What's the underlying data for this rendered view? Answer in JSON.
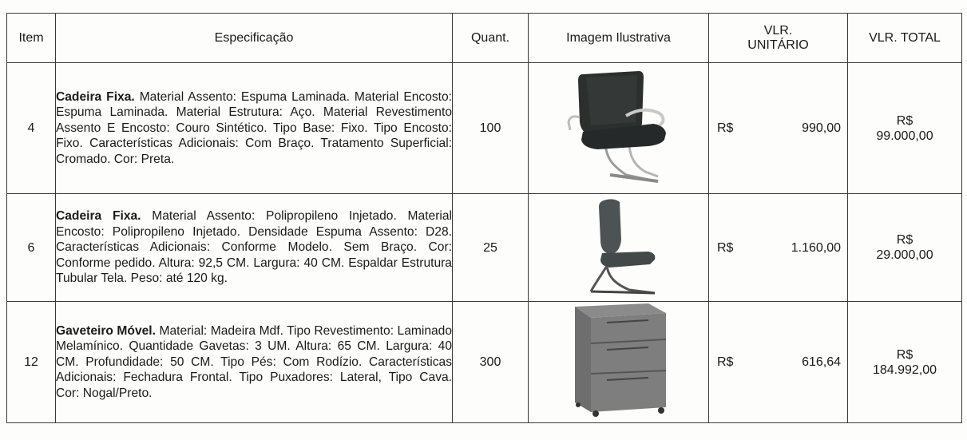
{
  "table": {
    "headers": {
      "item": "Item",
      "spec": "Especificação",
      "qty": "Quant.",
      "image": "Imagem Ilustrativa",
      "unit_line1": "VLR.",
      "unit_line2": "UNITÁRIO",
      "total": "VLR. TOTAL"
    },
    "rows": [
      {
        "item": "4",
        "title": "Cadeira Fixa.",
        "text": " Material Assento: Espuma Laminada. Material Encosto: Espuma Laminada. Material Estrutura: Aço. Material Revestimento Assento E Encosto: Couro Sintético. Tipo Base: Fixo. Tipo Encosto: Fixo. Características Adicionais: Com Braço. Tratamento Superficial: Cromado. Cor: Preta.",
        "qty": "100",
        "currency": "R$",
        "unit_value": "990,00",
        "total_currency": "R$",
        "total_value": "99.000,00"
      },
      {
        "item": "6",
        "title": "Cadeira Fixa.",
        "text": " Material Assento: Polipropileno Injetado. Material Encosto: Polipropileno Injetado. Densidade Espuma Assento: D28. Características Adicionais: Conforme Modelo. Sem Braço. Cor: Conforme pedido. Altura: 92,5 CM. Largura: 40 CM. Espaldar Estrutura Tubular Tela. Peso: até 120 kg.",
        "qty": "25",
        "currency": "R$",
        "unit_value": "1.160,00",
        "total_currency": "R$",
        "total_value": "29.000,00"
      },
      {
        "item": "12",
        "title": "Gaveteiro Móvel.",
        "text": " Material: Madeira Mdf. Tipo Revestimento: Laminado Melamínico. Quantidade Gavetas: 3 UM. Altura: 65 CM. Largura: 40 CM. Profundidade: 50 CM. Tipo Pés: Com Rodízio. Características Adicionais: Fechadura Frontal. Tipo Puxadores: Lateral, Tipo Cava. Cor: Nogal/Preto.",
        "qty": "300",
        "currency": "R$",
        "unit_value": "616,64",
        "total_currency": "R$",
        "total_value": "184.992,00"
      }
    ]
  }
}
